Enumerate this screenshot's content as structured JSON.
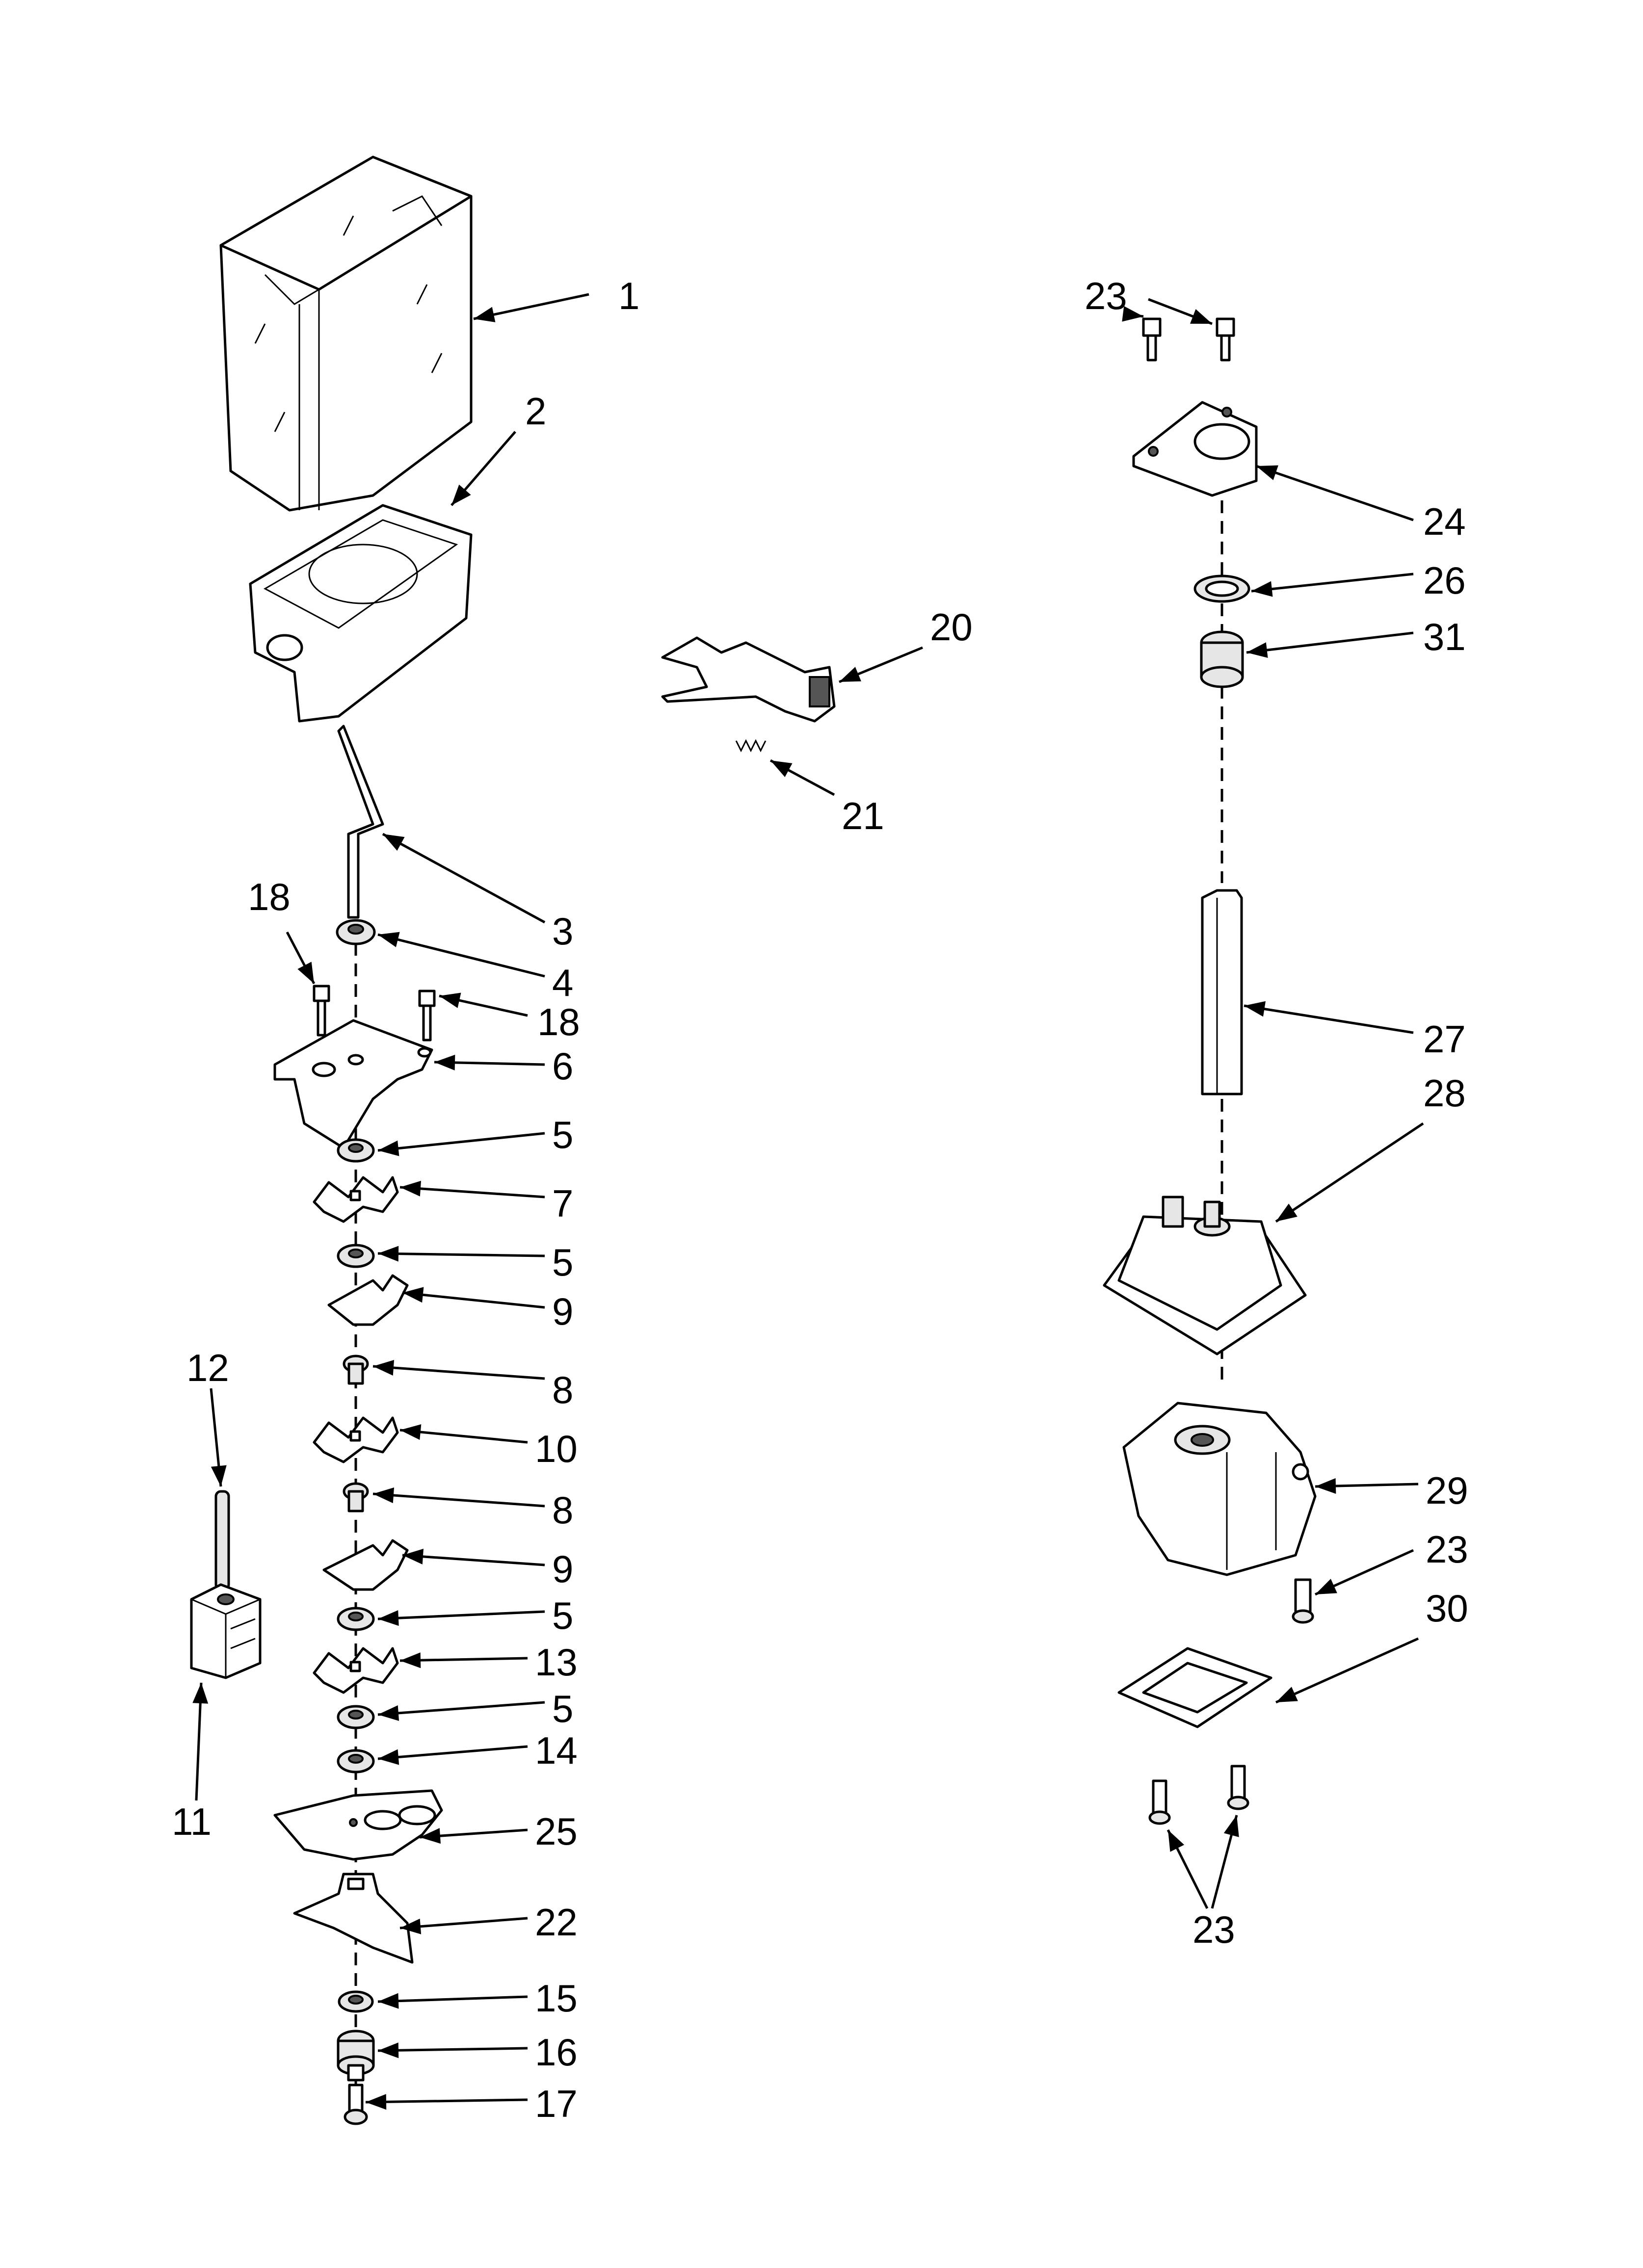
{
  "diagram": {
    "callouts": {
      "c1": "1",
      "c2": "2",
      "c3": "3",
      "c4": "4",
      "c18a": "18",
      "c18b": "18",
      "c6": "6",
      "c5a": "5",
      "c7": "7",
      "c5b": "5",
      "c9a": "9",
      "c8a": "8",
      "c10": "10",
      "c8b": "8",
      "c9b": "9",
      "c5c": "5",
      "c13": "13",
      "c5d": "5",
      "c14": "14",
      "c25": "25",
      "c22": "22",
      "c15": "15",
      "c16": "16",
      "c17": "17",
      "c12": "12",
      "c11": "11",
      "c20": "20",
      "c21": "21",
      "c23a": "23",
      "c24": "24",
      "c26": "26",
      "c31": "31",
      "c27": "27",
      "c28": "28",
      "c29": "29",
      "c23b": "23",
      "c30": "30",
      "c23c": "23"
    }
  }
}
